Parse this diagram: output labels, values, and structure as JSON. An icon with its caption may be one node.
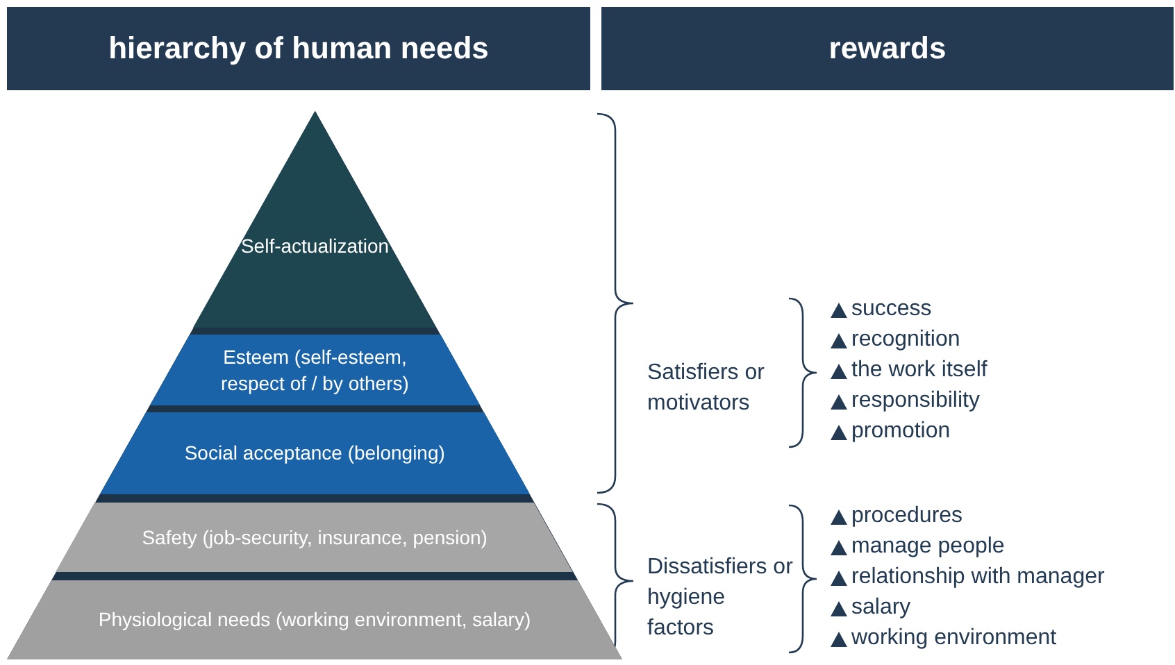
{
  "diagram": {
    "nodes": [
      {
        "text": [
          "hierarchy of human needs"
        ]
      },
      {
        "text": [
          "rewards"
        ]
      },
      {
        "text": [
          "Self-actualization"
        ]
      },
      {
        "text": [
          "Esteem (self-esteem, respect of / by others)"
        ]
      },
      {
        "text": [
          "Social acceptance (belonging)"
        ]
      },
      {
        "text": [
          "Safety (job-security, insurance, pension)"
        ]
      },
      {
        "text": [
          "Physiological needs (working environment, salary)"
        ]
      }
    ],
    "labels": [
      "Satisfiers or motivators",
      "success",
      "recognition",
      "the work itself",
      "responsibility",
      "promotion",
      "Dissatisfiers or hygiene factors",
      "procedures",
      "manage people",
      "relationship with manager",
      "salary",
      "working environment"
    ]
  }
}
